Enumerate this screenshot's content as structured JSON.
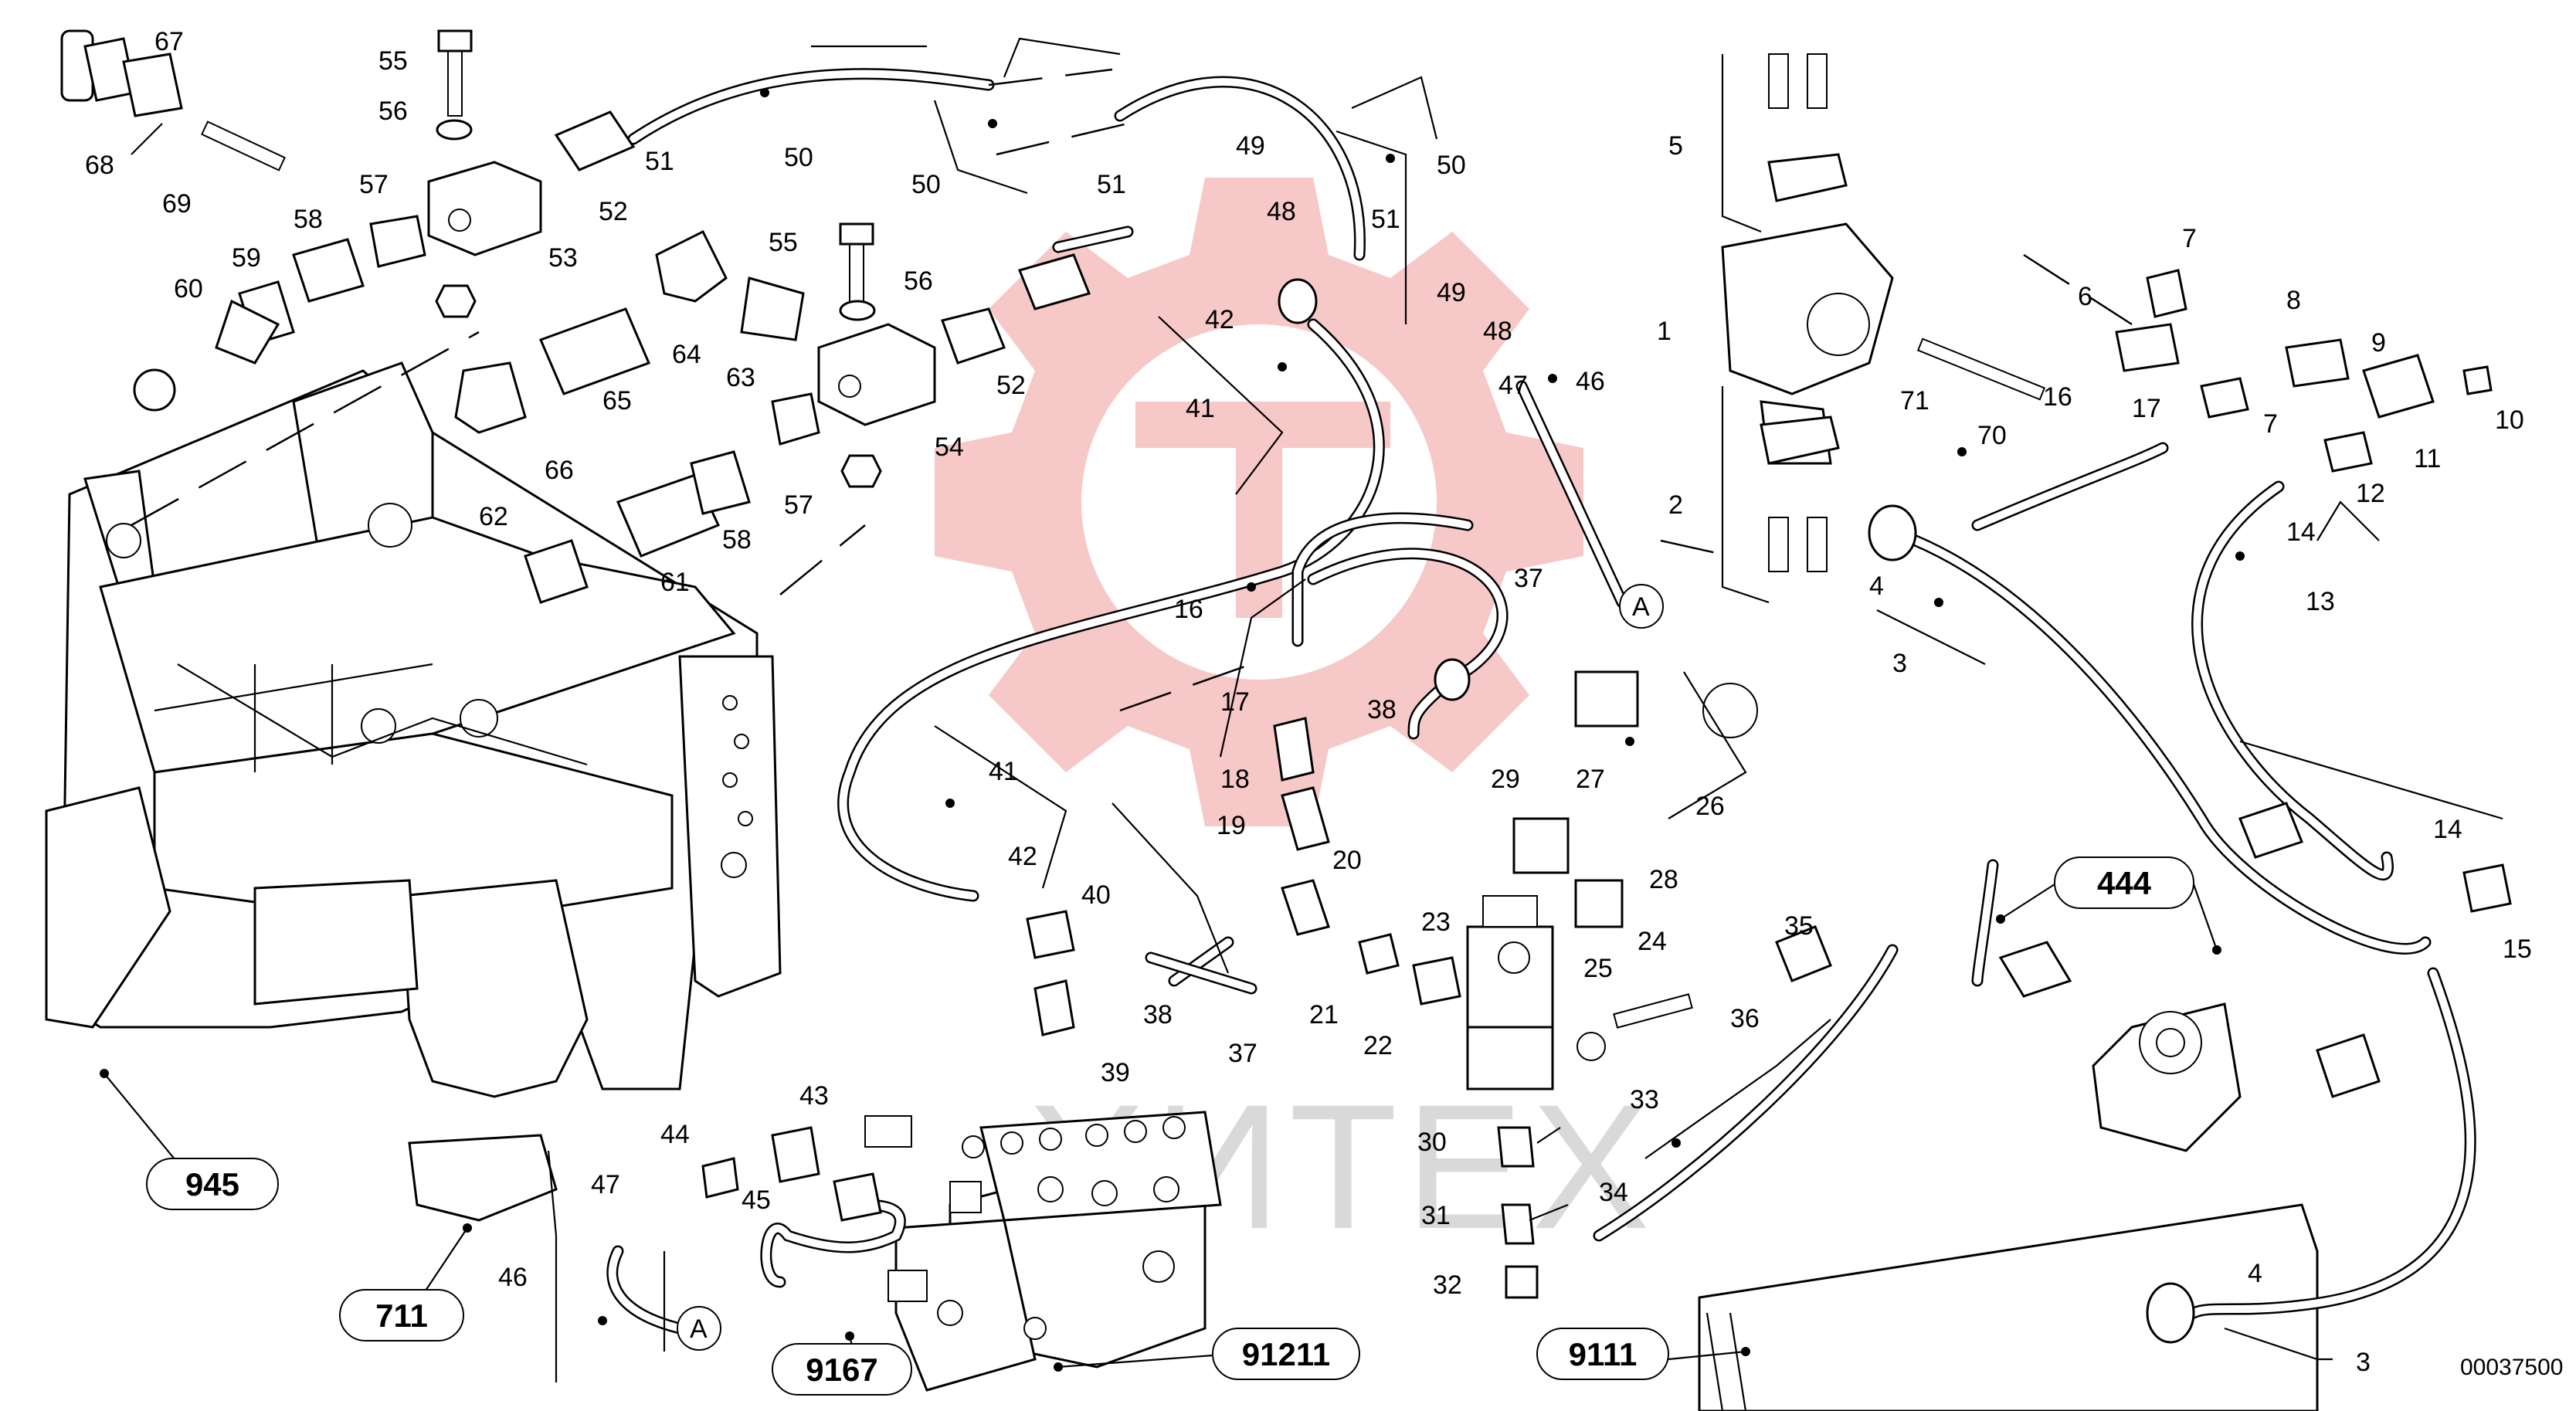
{
  "diagram": {
    "watermark_text": "ХИТЕХ",
    "drawing_number": "00037500",
    "callouts": [
      "1",
      "2",
      "3",
      "3",
      "4",
      "4",
      "5",
      "6",
      "7",
      "7",
      "8",
      "9",
      "10",
      "11",
      "12",
      "13",
      "14",
      "14",
      "15",
      "16",
      "16",
      "17",
      "17",
      "18",
      "19",
      "20",
      "21",
      "22",
      "23",
      "24",
      "25",
      "26",
      "27",
      "28",
      "29",
      "30",
      "31",
      "32",
      "33",
      "34",
      "35",
      "36",
      "37",
      "37",
      "38",
      "38",
      "39",
      "40",
      "41",
      "41",
      "42",
      "42",
      "43",
      "44",
      "45",
      "46",
      "46",
      "47",
      "47",
      "48",
      "48",
      "49",
      "49",
      "50",
      "50",
      "50",
      "51",
      "51",
      "51",
      "52",
      "52",
      "53",
      "54",
      "55",
      "55",
      "56",
      "56",
      "57",
      "57",
      "58",
      "58",
      "59",
      "60",
      "61",
      "62",
      "63",
      "64",
      "65",
      "66",
      "67",
      "68",
      "69",
      "70",
      "71"
    ],
    "connector_marks": [
      "A",
      "A"
    ],
    "reference_boxes": [
      "945",
      "711",
      "9167",
      "91211",
      "9111",
      "444"
    ]
  },
  "colors": {
    "watermark_red": "#f6c8c8",
    "watermark_gray": "#d9d9d9",
    "ink": "#000000"
  }
}
